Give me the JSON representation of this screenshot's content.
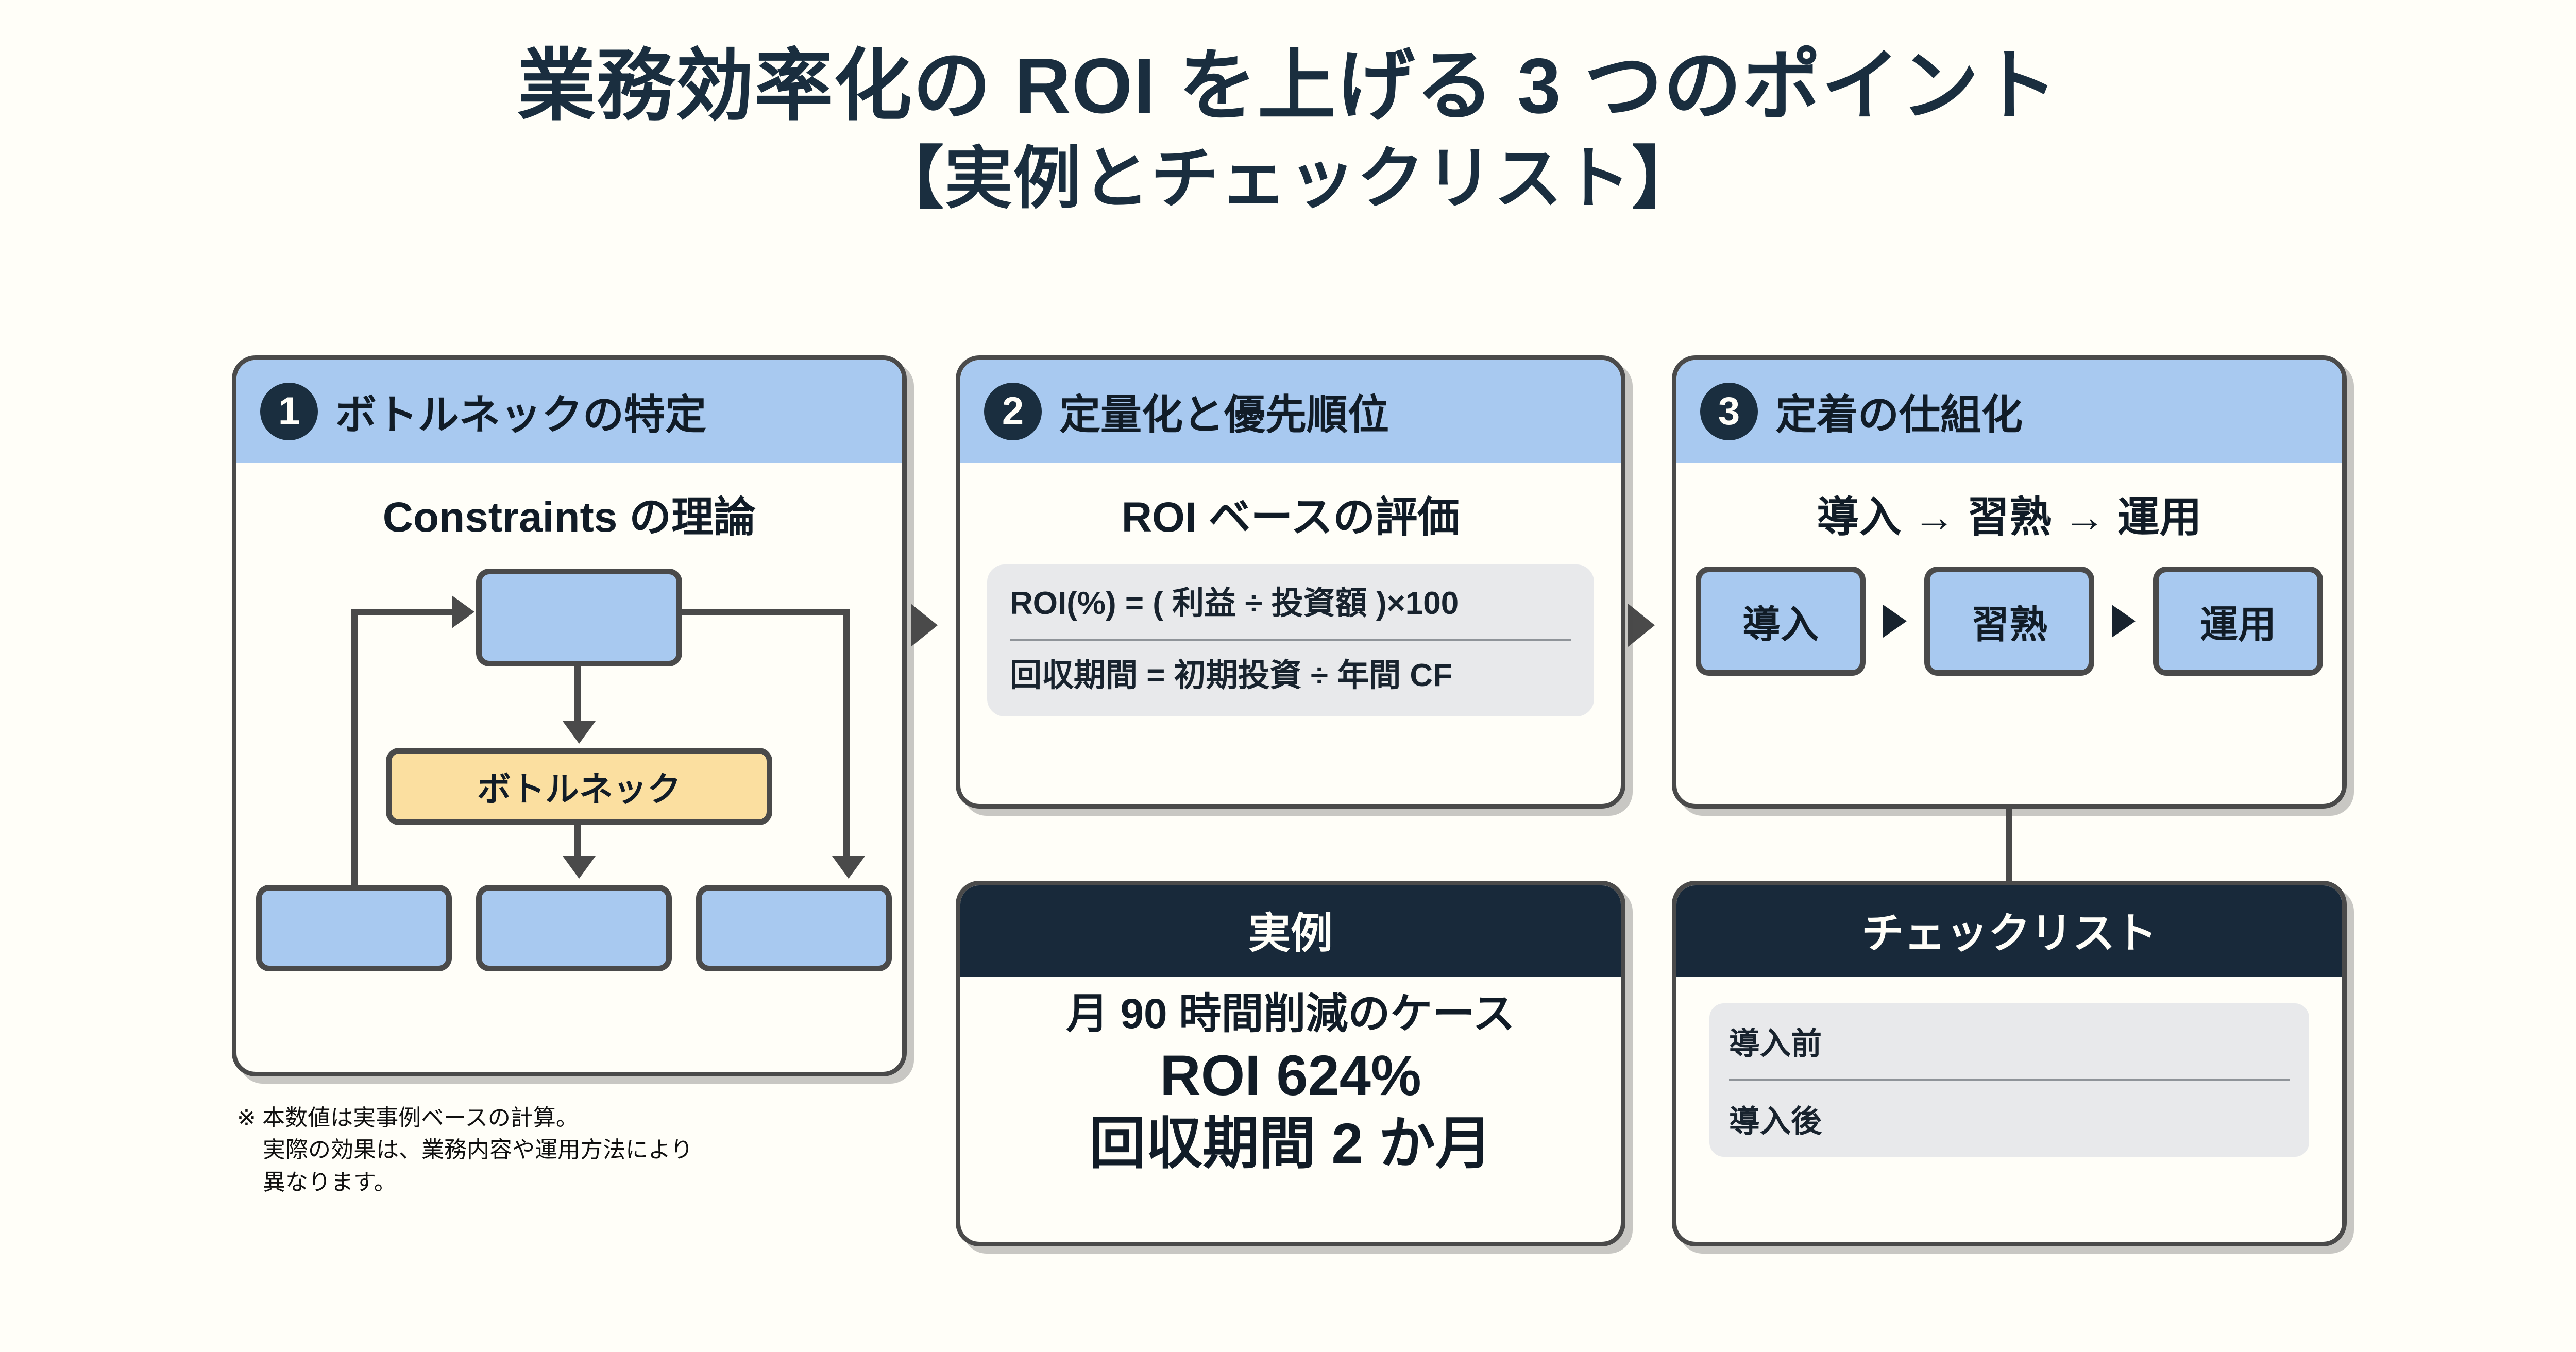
{
  "title": {
    "line1": "業務効率化の ROI を上げる 3 つのポイント",
    "line2": "【実例とチェックリスト】"
  },
  "colors": {
    "background": "#fffef8",
    "header_blue": "#a8c9f0",
    "dark_navy": "#18293a",
    "border_gray": "#4a4a4a",
    "accent_yellow": "#fbdfa0",
    "panel_gray": "#e8e9eb",
    "text_dark": "#111c27"
  },
  "cards": [
    {
      "number": "1",
      "header_title": "ボトルネックの特定",
      "subtitle": "Constraints の理論",
      "flow": {
        "top_box": "",
        "bottleneck_box": "ボトルネック",
        "leaf_boxes": [
          "",
          "",
          ""
        ]
      }
    },
    {
      "number": "2",
      "header_title": "定量化と優先順位",
      "subtitle": "ROI ベースの評価",
      "formulas": [
        "ROI(%) = ( 利益 ÷ 投資額 )×100",
        "回収期間 = 初期投資 ÷ 年間 CF"
      ]
    },
    {
      "number": "3",
      "header_title": "定着の仕組化",
      "subtitle": "導入 → 習熟 → 運用",
      "steps": [
        "導入",
        "習熟",
        "運用"
      ]
    }
  ],
  "example_panel": {
    "header": "実例",
    "case_line": "月 90 時間削減のケース",
    "roi_line": "ROI 624%",
    "payback_line": "回収期間 2 か月"
  },
  "checklist_panel": {
    "header": "チェックリスト",
    "items": [
      "導入前",
      "導入後"
    ]
  },
  "footnote": {
    "line1": "※ 本数値は実事例ベースの計算。",
    "line2": "実際の効果は、業務内容や運用方法により",
    "line3": "異なります。"
  }
}
